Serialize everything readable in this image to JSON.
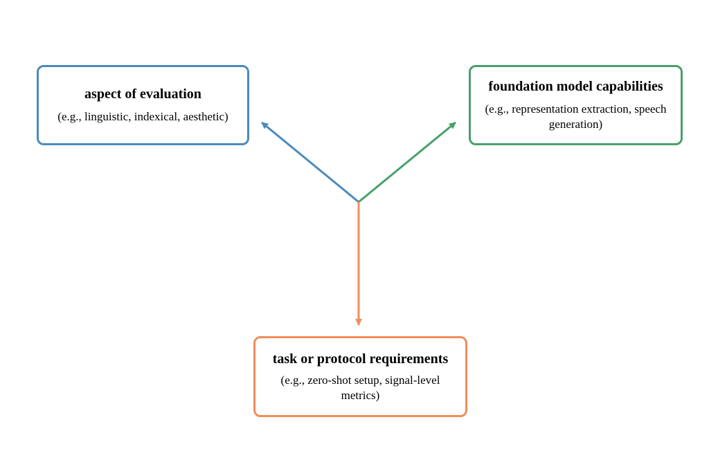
{
  "diagram": {
    "colors": {
      "aspect": "#4a8bbc",
      "foundation": "#47a06b",
      "task": "#f28c5a"
    },
    "boxes": {
      "aspect": {
        "title": "aspect of evaluation",
        "subtitle": "(e.g., linguistic, indexical, aesthetic)"
      },
      "foundation": {
        "title": "foundation model capabilities",
        "subtitle": "(e.g., representation extraction, speech generation)"
      },
      "task": {
        "title": "task or protocol requirements",
        "subtitle": "(e.g., zero-shot setup, signal-level metrics)"
      }
    }
  }
}
